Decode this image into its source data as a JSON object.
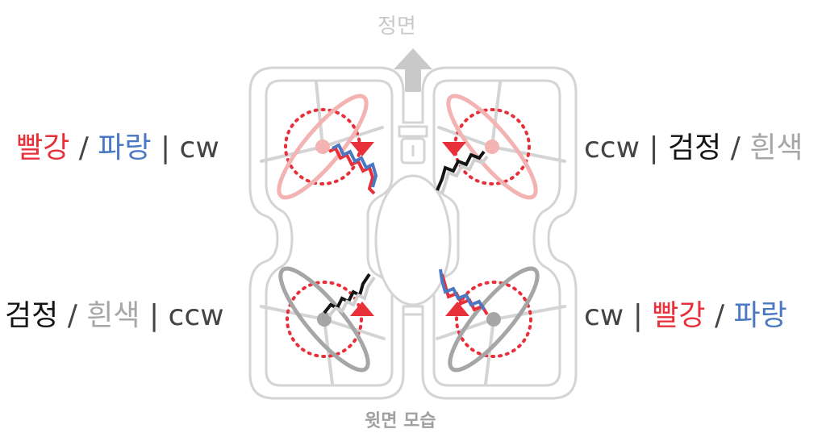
{
  "colors": {
    "red": "#e8303a",
    "blue": "#4a78c2",
    "black": "#141414",
    "gray": "#a6a6a6",
    "frame": "#d4d4d4",
    "light_gray": "#c9c9c9"
  },
  "front_label": "정면",
  "caption": "윗면 모습",
  "labels": {
    "top_left": {
      "c1": "빨강",
      "sep1": " / ",
      "c2": "파랑",
      "sep2": " | ",
      "dir": "cw"
    },
    "top_right": {
      "dir": "ccw",
      "sep1": " | ",
      "c1": "검정",
      "sep2": " / ",
      "c2": "흰색"
    },
    "bottom_left": {
      "c1": "검정",
      "sep1": " / ",
      "c2": "흰색",
      "sep2": " | ",
      "dir": "ccw"
    },
    "bottom_right": {
      "dir": "cw",
      "sep1": " | ",
      "c1": "빨강",
      "sep2": " / ",
      "c2": "파랑"
    }
  },
  "icons": {
    "front_arrow": "arrow-up-icon",
    "battery": "battery-icon",
    "rotation_marker": "triangle-icon"
  }
}
